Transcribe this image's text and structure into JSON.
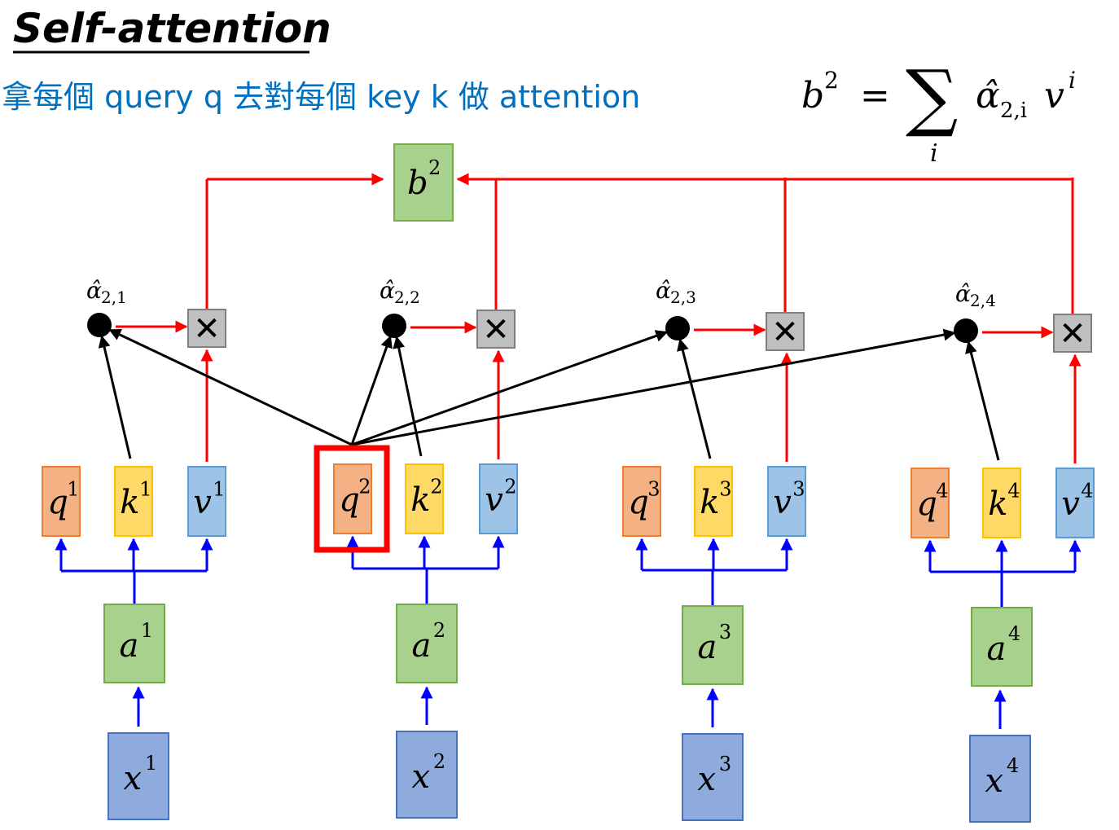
{
  "title": "Self-attention",
  "subtitle": "拿每個 query q 去對每個  key k 做 attention",
  "formula": {
    "lhs": "b",
    "lhs_sup": "2",
    "equals": "=",
    "sigma": "∑",
    "sigma_sub": "i",
    "alpha": "α̂",
    "alpha_sub": "2,i",
    "v": "v",
    "v_sup": "i"
  },
  "output": {
    "symbol": "b",
    "sup": "2"
  },
  "columns": [
    {
      "x": "x",
      "x_sup": "1",
      "a": "a",
      "a_sup": "1",
      "q": "q",
      "q_sup": "1",
      "k": "k",
      "k_sup": "1",
      "v": "v",
      "v_sup": "1",
      "alpha": "α̂",
      "alpha_sub": "2,1",
      "mult": "✕"
    },
    {
      "x": "x",
      "x_sup": "2",
      "a": "a",
      "a_sup": "2",
      "q": "q",
      "q_sup": "2",
      "k": "k",
      "k_sup": "2",
      "v": "v",
      "v_sup": "2",
      "alpha": "α̂",
      "alpha_sub": "2,2",
      "mult": "✕"
    },
    {
      "x": "x",
      "x_sup": "3",
      "a": "a",
      "a_sup": "3",
      "q": "q",
      "q_sup": "3",
      "k": "k",
      "k_sup": "3",
      "v": "v",
      "v_sup": "3",
      "alpha": "α̂",
      "alpha_sub": "2,3",
      "mult": "✕"
    },
    {
      "x": "x",
      "x_sup": "4",
      "a": "a",
      "a_sup": "4",
      "q": "q",
      "q_sup": "4",
      "k": "k",
      "k_sup": "4",
      "v": "v",
      "v_sup": "4",
      "alpha": "α̂",
      "alpha_sub": "2,4",
      "mult": "✕"
    }
  ],
  "highlight_query_index": 1,
  "colors": {
    "query_fill": "#f4b183",
    "query_stroke": "#ed7d31",
    "key_fill": "#ffd966",
    "key_stroke": "#ffc000",
    "value_fill": "#9dc3e6",
    "value_stroke": "#5b9bd5",
    "a_fill": "#a9d18e",
    "a_stroke": "#70ad47",
    "x_fill": "#8faadc",
    "x_stroke": "#4472c4",
    "b_fill": "#a9d18e",
    "b_stroke": "#70ad47",
    "mult_fill": "#bfbfbf",
    "mult_stroke": "#7f7f7f",
    "blue_arrow": "#0000ff",
    "red_arrow": "#ff0000",
    "black_arrow": "#000000",
    "highlight": "#ff0000",
    "subtitle": "#0070c0"
  }
}
